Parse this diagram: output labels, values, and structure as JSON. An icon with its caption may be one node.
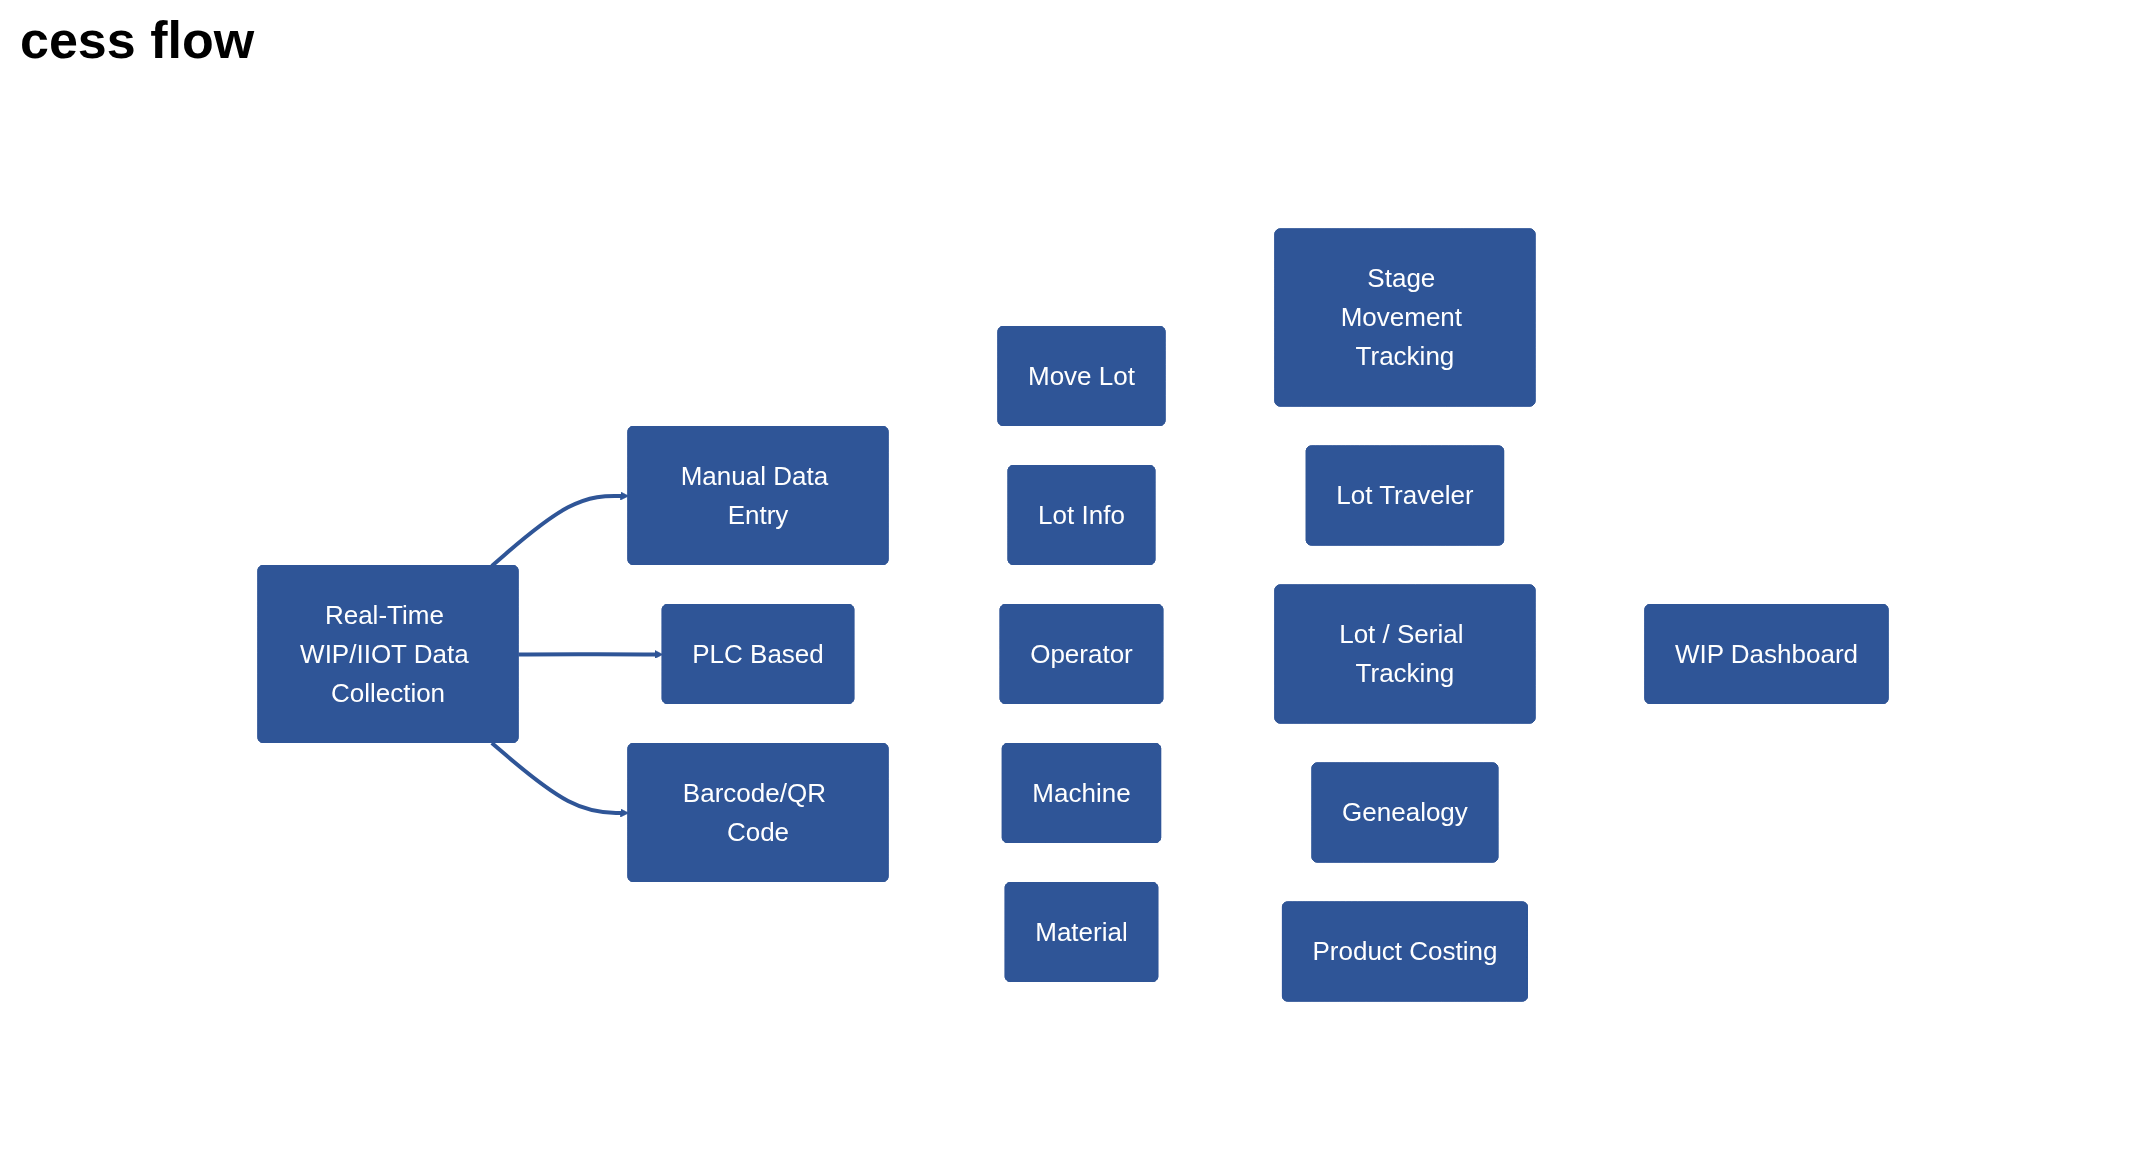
{
  "diagram": {
    "title": "cess flow",
    "nodes": [
      {
        "text": [
          "Real-Time WIP/IIOT Data Collection"
        ]
      },
      {
        "text": [
          "Manual Data Entry"
        ]
      },
      {
        "text": [
          "PLC Based"
        ]
      },
      {
        "text": [
          "Barcode/QR Code"
        ]
      },
      {
        "text": [
          "Move Lot"
        ]
      },
      {
        "text": [
          "Lot Info"
        ]
      },
      {
        "text": [
          "Operator"
        ]
      },
      {
        "text": [
          "Machine"
        ]
      },
      {
        "text": [
          "Material"
        ]
      },
      {
        "text": [
          "Stage Movement Tracking"
        ]
      },
      {
        "text": [
          "Lot Traveler"
        ]
      },
      {
        "text": [
          "Lot / Serial Tracking"
        ]
      },
      {
        "text": [
          "Genealogy"
        ]
      },
      {
        "text": [
          "Product Costing"
        ]
      },
      {
        "text": [
          "WIP Dashboard"
        ]
      }
    ],
    "edges": [
      {
        "from": 0,
        "to": 1,
        "arrow": "to"
      },
      {
        "from": 0,
        "to": 2,
        "arrow": "to"
      },
      {
        "from": 0,
        "to": 3,
        "arrow": "to"
      }
    ]
  }
}
